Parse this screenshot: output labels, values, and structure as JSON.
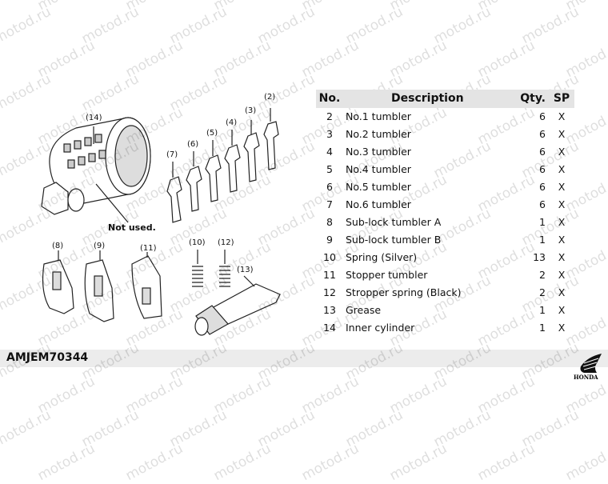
{
  "watermark": "motod.ru",
  "diagram": {
    "callouts": [
      "(14)",
      "(2)",
      "(3)",
      "(4)",
      "(5)",
      "(6)",
      "(7)",
      "(8)",
      "(9)",
      "(10)",
      "(11)",
      "(12)",
      "(13)"
    ],
    "not_used": "Not used."
  },
  "table": {
    "headers": {
      "no": "No.",
      "description": "Description",
      "qty": "Qty.",
      "sp": "SP"
    },
    "rows": [
      {
        "no": "2",
        "description": "No.1 tumbler",
        "qty": "6",
        "sp": "X"
      },
      {
        "no": "3",
        "description": "No.2 tumbler",
        "qty": "6",
        "sp": "X"
      },
      {
        "no": "4",
        "description": "No.3 tumbler",
        "qty": "6",
        "sp": "X"
      },
      {
        "no": "5",
        "description": "No.4 tumbler",
        "qty": "6",
        "sp": "X"
      },
      {
        "no": "6",
        "description": "No.5 tumbler",
        "qty": "6",
        "sp": "X"
      },
      {
        "no": "7",
        "description": "No.6 tumbler",
        "qty": "6",
        "sp": "X"
      },
      {
        "no": "8",
        "description": "Sub-lock tumbler A",
        "qty": "1",
        "sp": "X"
      },
      {
        "no": "9",
        "description": "Sub-lock tumbler B",
        "qty": "1",
        "sp": "X"
      },
      {
        "no": "10",
        "description": "Spring (Silver)",
        "qty": "13",
        "sp": "X"
      },
      {
        "no": "11",
        "description": "Stopper tumbler",
        "qty": "2",
        "sp": "X"
      },
      {
        "no": "12",
        "description": "Stropper spring (Black)",
        "qty": "2",
        "sp": "X"
      },
      {
        "no": "13",
        "description": "Grease",
        "qty": "1",
        "sp": "X"
      },
      {
        "no": "14",
        "description": "Inner cylinder",
        "qty": "1",
        "sp": "X"
      }
    ]
  },
  "footer": {
    "code": "AMJEM70344",
    "brand": "HONDA"
  }
}
